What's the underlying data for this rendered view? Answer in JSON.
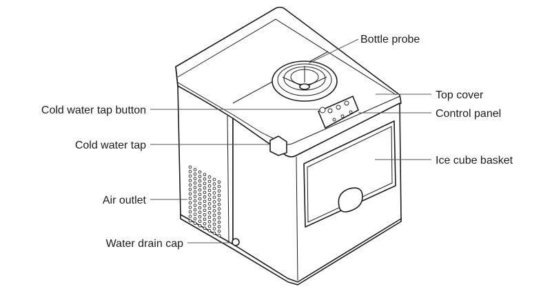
{
  "labels": {
    "bottle_probe": "Bottle probe",
    "top_cover": "Top cover",
    "control_panel": "Control panel",
    "ice_cube_basket": "Ice cube basket",
    "cold_water_tap_button": "Cold water tap button",
    "cold_water_tap": "Cold water tap",
    "air_outlet": "Air outlet",
    "water_drain_cap": "Water drain cap"
  }
}
